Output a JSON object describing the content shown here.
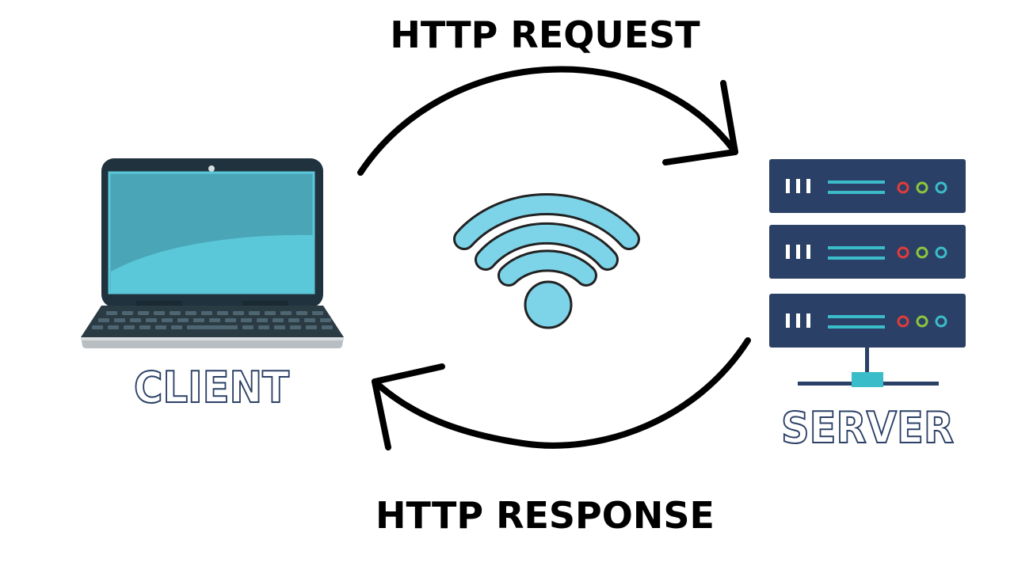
{
  "labels": {
    "request": "HTTP REQUEST",
    "response": "HTTP RESPONSE",
    "client": "CLIENT",
    "server": "SERVER"
  },
  "colors": {
    "navy": "#2b4066",
    "laptop_frame": "#20323d",
    "screen_light": "#5bc8da",
    "screen_dark": "#4aa5b6",
    "wifi": "#7dd3e8",
    "accent_cyan": "#3bbcc9",
    "led_red": "#e23b3b",
    "led_green": "#8cc63f",
    "arrow": "#000000"
  },
  "icons": [
    "laptop-icon",
    "wifi-icon",
    "server-icon",
    "arrow-icon"
  ]
}
